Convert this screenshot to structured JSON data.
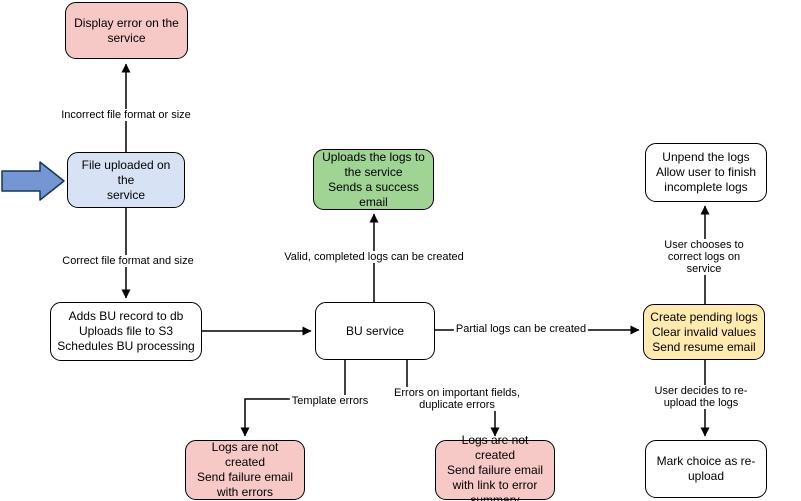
{
  "colors": {
    "node_pink": "#f6c9c6",
    "node_blue": "#d7e3f4",
    "node_green": "#9fd494",
    "node_yellow": "#ffeab0",
    "node_white": "#ffffff",
    "node_border": "#000000",
    "edge_stroke": "#000000",
    "pointer_arrow_fill": "#7596d2",
    "pointer_arrow_stroke": "#16365c"
  },
  "nodes": {
    "display_error": {
      "text": "Display error on the\nservice"
    },
    "file_uploaded": {
      "text": "File uploaded on the\nservice"
    },
    "adds_bu_record": {
      "text": "Adds BU record to db\nUploads file to S3\nSchedules BU processing"
    },
    "bu_service": {
      "text": "BU service"
    },
    "uploads_logs": {
      "text": "Uploads the logs to\nthe service\nSends a success\nemail"
    },
    "unpend_logs": {
      "text": "Unpend the logs\nAllow user to finish\nincomplete logs"
    },
    "create_pending": {
      "text": "Create pending logs\nClear invalid values\nSend resume email"
    },
    "logs_not_created_template": {
      "text": "Logs are not created\nSend failure email\nwith errors"
    },
    "logs_not_created_fields": {
      "text": "Logs are not created\nSend failure email\nwith link to error\nsummary"
    },
    "mark_choice": {
      "text": "Mark choice as re-\nupload"
    }
  },
  "edge_labels": {
    "incorrect_format": "Incorrect file format or size",
    "correct_format": "Correct file format and size",
    "valid_completed": "Valid, completed logs can be created",
    "partial_logs": "Partial logs can be created",
    "user_corrects": "User chooses to correct logs on service",
    "user_reuploads": "User decides to re-upload the logs",
    "template_errors": "Template errors",
    "field_errors": "Errors on important fields,\nduplicate errors"
  }
}
